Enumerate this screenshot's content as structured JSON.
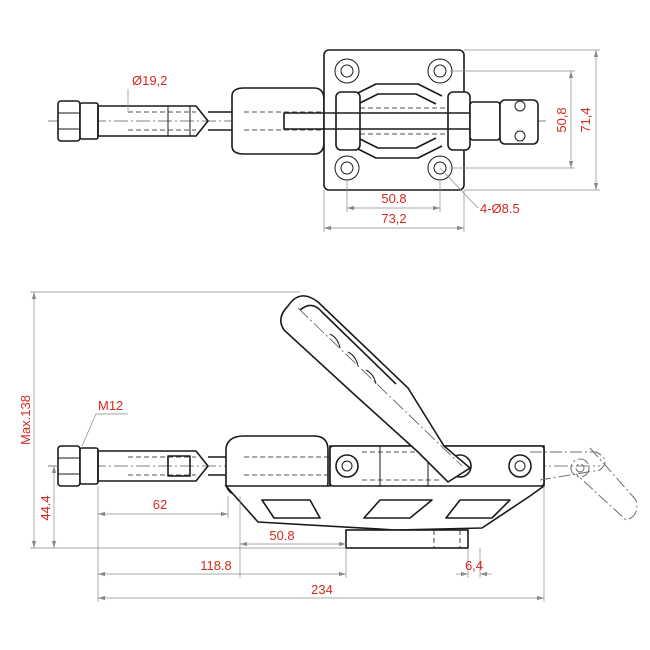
{
  "colors": {
    "dimension_text": "#d42a1e",
    "outline": "#1a1a1a",
    "dimension_line": "#8a8a8a"
  },
  "top_view": {
    "pin_diameter": "Ø19,2",
    "hole_spacing_y": "50,8",
    "base_height": "71,4",
    "hole_spacing_x": "50.8",
    "base_width": "73,2",
    "mount_holes": "4-Ø8.5"
  },
  "side_view": {
    "max_height": "Max.138",
    "thread": "M12",
    "axis_height": "44.4",
    "plunger_length": "62",
    "base_hole_spacing": "50.8",
    "mount_to_tip": "118.8",
    "base_thickness": "6,4",
    "overall_length": "234"
  }
}
